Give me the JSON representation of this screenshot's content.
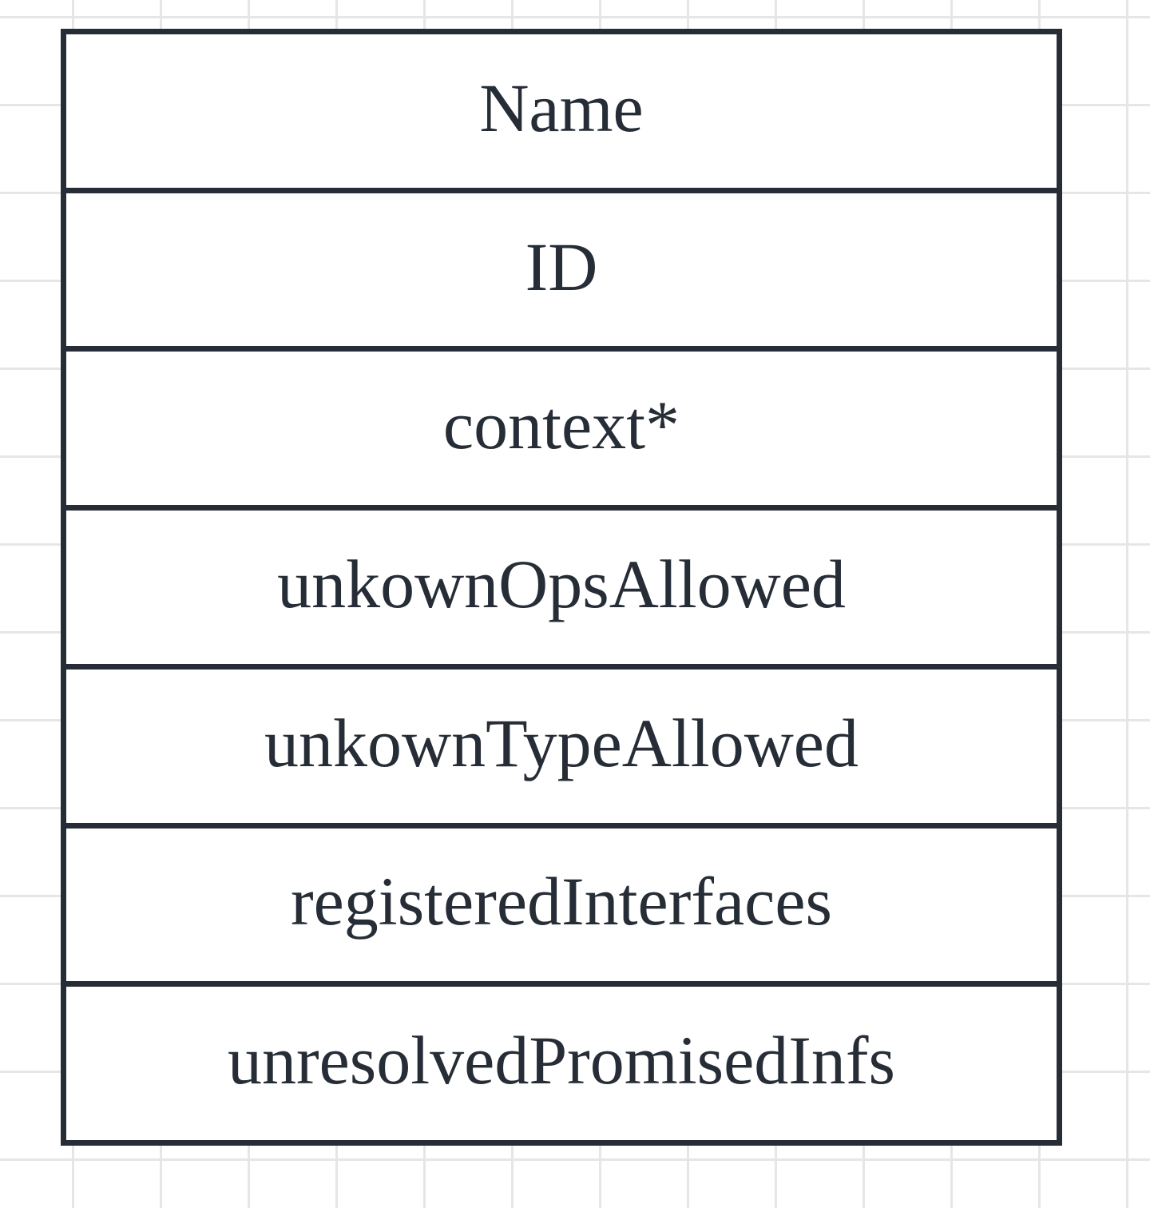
{
  "diagram": {
    "fields": [
      "Name",
      "ID",
      "context*",
      "unkownOpsAllowed",
      "unkownTypeAllowed",
      "registeredInterfaces",
      "unresolvedPromisedInfs"
    ]
  }
}
